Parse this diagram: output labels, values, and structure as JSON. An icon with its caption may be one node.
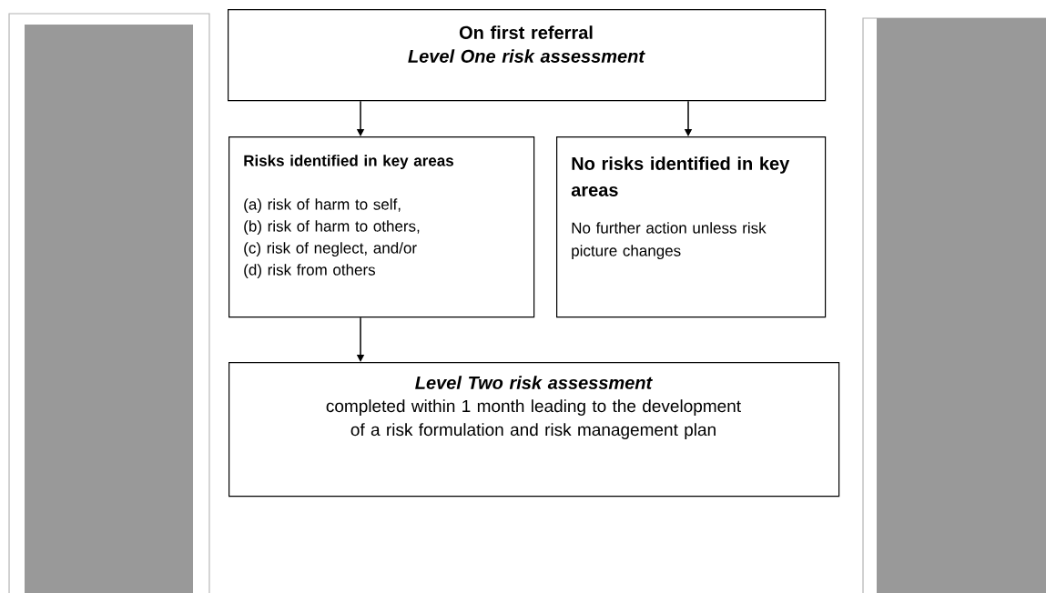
{
  "diagram": {
    "nodes": [
      {
        "text": [
          "On first referral",
          "Level One risk assessment"
        ]
      },
      {
        "text": [
          "Risks identified in key areas",
          "(a) risk of harm to self,",
          "(b) risk of harm to others,",
          "(c) risk of neglect, and/or",
          "(d) risk from others"
        ]
      },
      {
        "text": [
          "No risks identified in key areas",
          "No further action unless risk picture changes"
        ]
      },
      {
        "text": [
          "Level Two risk assessment",
          "completed within 1 month leading to the development of a risk formulation and risk management plan"
        ]
      }
    ],
    "edges": [
      {
        "from": 0,
        "to": 1,
        "arrow": "to"
      },
      {
        "from": 0,
        "to": 2,
        "arrow": "to"
      },
      {
        "from": 1,
        "to": 3,
        "arrow": "to"
      }
    ]
  }
}
